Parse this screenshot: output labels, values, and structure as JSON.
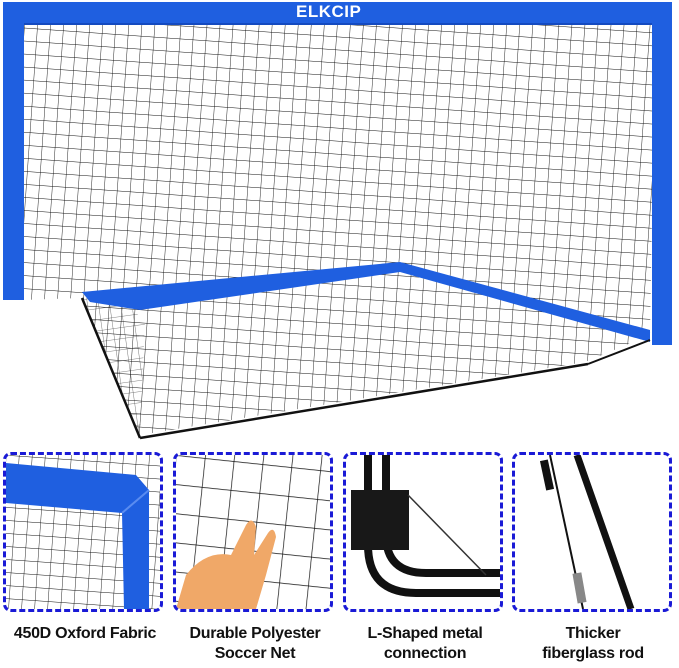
{
  "brand": {
    "logo_text": "ELKCIP"
  },
  "colors": {
    "frame_blue": "#1f5fe0",
    "dash_blue": "#1a1ad6",
    "net": "#111111"
  },
  "features": [
    {
      "label": "450D Oxford Fabric"
    },
    {
      "label": "Durable Polyester Soccer Net"
    },
    {
      "label": "L-Shaped metal connection"
    },
    {
      "label": "Thicker fiberglass rod"
    }
  ]
}
